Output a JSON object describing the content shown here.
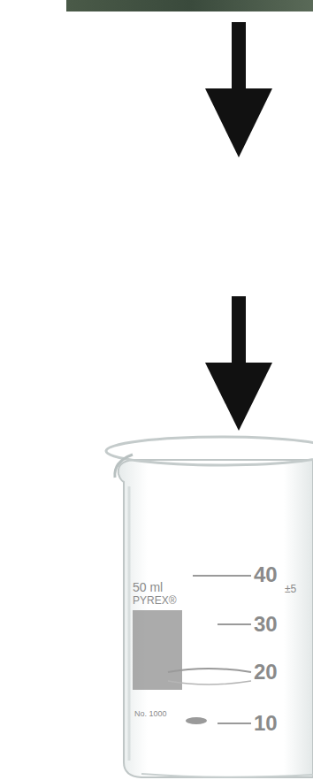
{
  "diagram": {
    "labels": [
      "50 ml",
      "PYREX®",
      "No. 1000",
      "40",
      "±5",
      "30",
      "20",
      "10"
    ]
  }
}
